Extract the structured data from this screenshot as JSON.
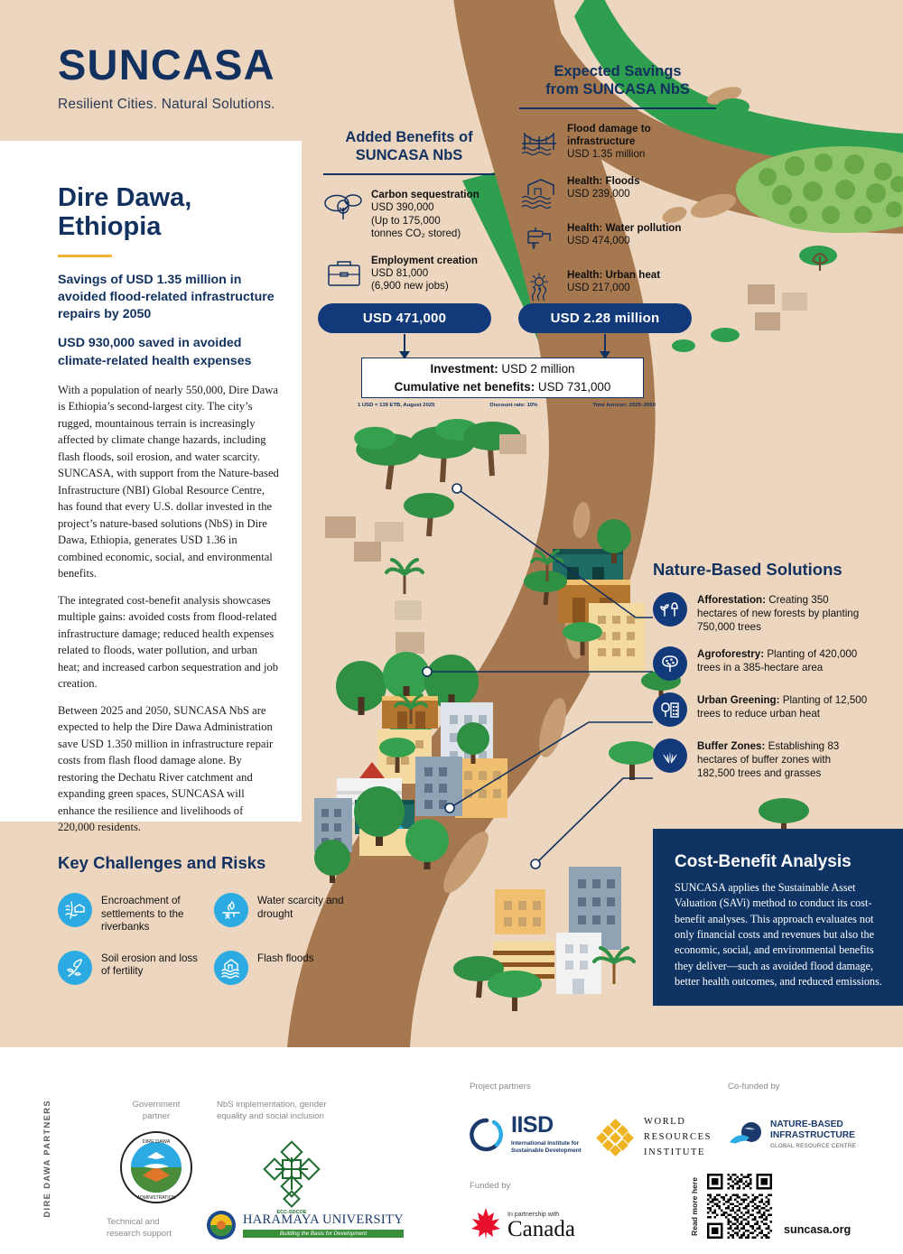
{
  "brand": {
    "name": "SUNCASA",
    "tagline": "Resilient Cities. Natural Solutions.",
    "navy": "#12315f",
    "pill_navy": "#12397a",
    "gold": "#f5b335",
    "cyan": "#2babe2",
    "sand": "#ecd6c0",
    "river": "#a6784f",
    "green": "#2e9e4f"
  },
  "left": {
    "city_title": "Dire Dawa,\nEthiopia",
    "lede1": "Savings of USD 1.35 million in avoided flood-related infrastructure repairs by 2050",
    "lede2": "USD 930,000 saved in avoided climate-related health expenses",
    "para1": "With a population of nearly 550,000, Dire Dawa is Ethiopia’s second-largest city. The city’s rugged, mountainous terrain is increasingly affected by climate change hazards, including flash floods, soil erosion, and water scarcity. SUNCASA, with support from the Nature-based Infrastructure (NBI) Global Resource Centre, has found that every U.S. dollar invested in the project’s nature-based solutions (NbS) in Dire Dawa, Ethiopia, generates USD 1.36 in combined economic, social, and environmental benefits.",
    "para2": "The integrated cost-benefit analysis showcases multiple gains: avoided costs from flood-related infrastructure damage; reduced health expenses related to floods, water pollution, and urban heat; and increased carbon sequestration and job creation.",
    "para3": "Between 2025 and 2050, SUNCASA NbS are expected to help the Dire Dawa Administration save USD 1.350 million in infrastructure repair costs from flash flood damage alone. By restoring the Dechatu River catchment and expanding green spaces, SUNCASA will enhance the resilience and livelihoods of 220,000 residents."
  },
  "added_benefits": {
    "heading": "Added Benefits of\nSUNCASA NbS",
    "items": [
      {
        "icon": "carbon-cloud-tree-icon",
        "title": "Carbon sequestration",
        "value": "USD 390,000",
        "note": "(Up to 175,000\ntonnes CO₂ stored)"
      },
      {
        "icon": "briefcase-icon",
        "title": "Employment creation",
        "value": "USD 81,000",
        "note": "(6,900 new jobs)"
      }
    ]
  },
  "expected_savings": {
    "heading": "Expected Savings\nfrom SUNCASA NbS",
    "items": [
      {
        "icon": "bridge-icon",
        "title": "Flood damage to infrastructure",
        "value": "USD 1.35 million"
      },
      {
        "icon": "house-flood-icon",
        "title": "Health: Floods",
        "value": "USD 239,000"
      },
      {
        "icon": "faucet-icon",
        "title": "Health: Water pollution",
        "value": "USD 474,000"
      },
      {
        "icon": "sun-heat-icon",
        "title": "Health: Urban heat",
        "value": "USD 217,000"
      }
    ]
  },
  "summary": {
    "pill_left": "USD 471,000",
    "pill_right": "USD 2.28 million",
    "investment_label": "Investment:",
    "investment_value": "USD 2 million",
    "net_label": "Cumulative net benefits:",
    "net_value": "USD 731,000",
    "footnotes": [
      "1 USD = 139 ETB, August 2025",
      "Discount rate: 10%",
      "Time horizon: 2025–2050"
    ]
  },
  "nbs": {
    "heading": "Nature-Based Solutions",
    "items": [
      {
        "icon": "sapling-shovel-icon",
        "label": "Afforestation:",
        "text": " Creating 350 hectares of new forests by planting 750,000 trees"
      },
      {
        "icon": "fruit-tree-icon",
        "label": "Agroforestry:",
        "text": " Planting of 420,000 trees in a 385-hectare area"
      },
      {
        "icon": "tree-building-icon",
        "label": "Urban Greening:",
        "text": " Planting of 12,500 trees to reduce urban heat"
      },
      {
        "icon": "grass-tuft-icon",
        "label": "Buffer Zones:",
        "text": " Establishing 83 hectares of buffer zones with 182,500 trees and grasses"
      }
    ]
  },
  "challenges": {
    "heading": "Key Challenges and Risks",
    "items": [
      {
        "icon": "riverbank-settlement-icon",
        "text": "Encroachment of settlements to the riverbanks"
      },
      {
        "icon": "water-scarcity-icon",
        "text": "Water scarcity and drought"
      },
      {
        "icon": "soil-erosion-plant-icon",
        "text": "Soil erosion and loss of fertility"
      },
      {
        "icon": "flash-flood-house-icon",
        "text": "Flash floods"
      }
    ]
  },
  "cba": {
    "heading": "Cost-Benefit Analysis",
    "text": "SUNCASA applies the Sustainable Asset Valuation (SAVi) method to conduct its cost-benefit analyses. This approach evaluates not only financial costs and revenues but also the economic, social, and environmental benefits they deliver—such as avoided flood damage, better health outcomes, and reduced emissions."
  },
  "footer": {
    "vertical_label": "DIRE DAWA PARTNERS",
    "gov_caption": "Government\npartner",
    "gov_logo_name": "DIRE DAWA ADMINISTRATION",
    "nbs_caption": "NbS implementation, gender\nequality and social inclusion",
    "nbs_logo_name": "ECC-SDCOE",
    "tech_caption": "Technical and\nresearch support",
    "univ_logo_name": "HARAMAYA UNIVERSITY",
    "univ_logo_tag": "Building the Basis for Development",
    "project_partners_caption": "Project partners",
    "iisd_name": "IISD",
    "iisd_tag": "International Institute for\nSustainable Development",
    "wri_name": "WORLD\nRESOURCES\nINSTITUTE",
    "cofunded_caption": "Co-funded by",
    "nbi_name": "NATURE-BASED\nINFRASTRUCTURE",
    "nbi_tag": "GLOBAL RESOURCE CENTRE",
    "funded_caption": "Funded by",
    "canada_partner": "In partnership with",
    "canada_name": "Canada",
    "qr_label": "Read more here",
    "website": "suncasa.org"
  }
}
